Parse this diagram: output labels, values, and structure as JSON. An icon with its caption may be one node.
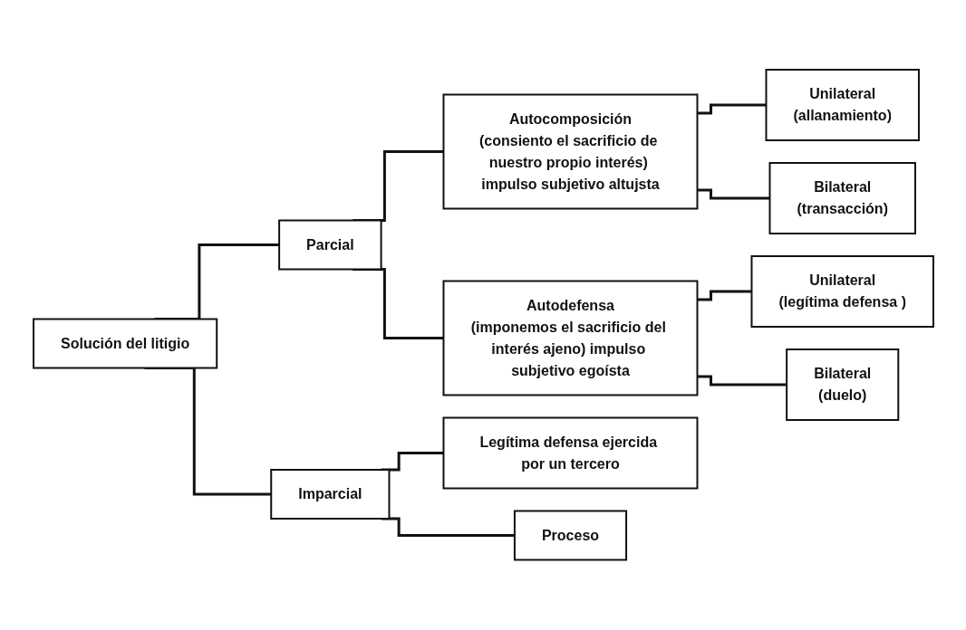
{
  "diagram": {
    "nodes": [
      {
        "text": [
          "Solución del litigio"
        ]
      },
      {
        "text": [
          "Parcial"
        ]
      },
      {
        "text": [
          "Autocomposición",
          "(consiento el sacrificio de nuestro propio interés) impulso subjetivo altujsta"
        ]
      },
      {
        "text": [
          "Unilateral",
          "(allanamiento)"
        ]
      },
      {
        "text": [
          "Bilateral",
          "(transacción)"
        ]
      },
      {
        "text": [
          "Autodefensa",
          "(imponemos el sacrificio del interés ajeno) impulso subjetivo egoísta"
        ]
      },
      {
        "text": [
          "Unilateral",
          "(legítima defensa )"
        ]
      },
      {
        "text": [
          "Bilateral",
          "(duelo)"
        ]
      },
      {
        "text": [
          "Imparcial"
        ]
      },
      {
        "text": [
          "Legítima defensa ejercida por un tercero"
        ]
      },
      {
        "text": [
          "Proceso"
        ]
      }
    ],
    "edges": [
      {
        "from": 0,
        "to": 1,
        "arrow": "none"
      },
      {
        "from": 0,
        "to": 8,
        "arrow": "none"
      },
      {
        "from": 1,
        "to": 2,
        "arrow": "none"
      },
      {
        "from": 1,
        "to": 5,
        "arrow": "none"
      },
      {
        "from": 2,
        "to": 3,
        "arrow": "none"
      },
      {
        "from": 2,
        "to": 4,
        "arrow": "none"
      },
      {
        "from": 5,
        "to": 6,
        "arrow": "none"
      },
      {
        "from": 5,
        "to": 7,
        "arrow": "none"
      },
      {
        "from": 8,
        "to": 9,
        "arrow": "none"
      },
      {
        "from": 8,
        "to": 10,
        "arrow": "none"
      }
    ]
  }
}
